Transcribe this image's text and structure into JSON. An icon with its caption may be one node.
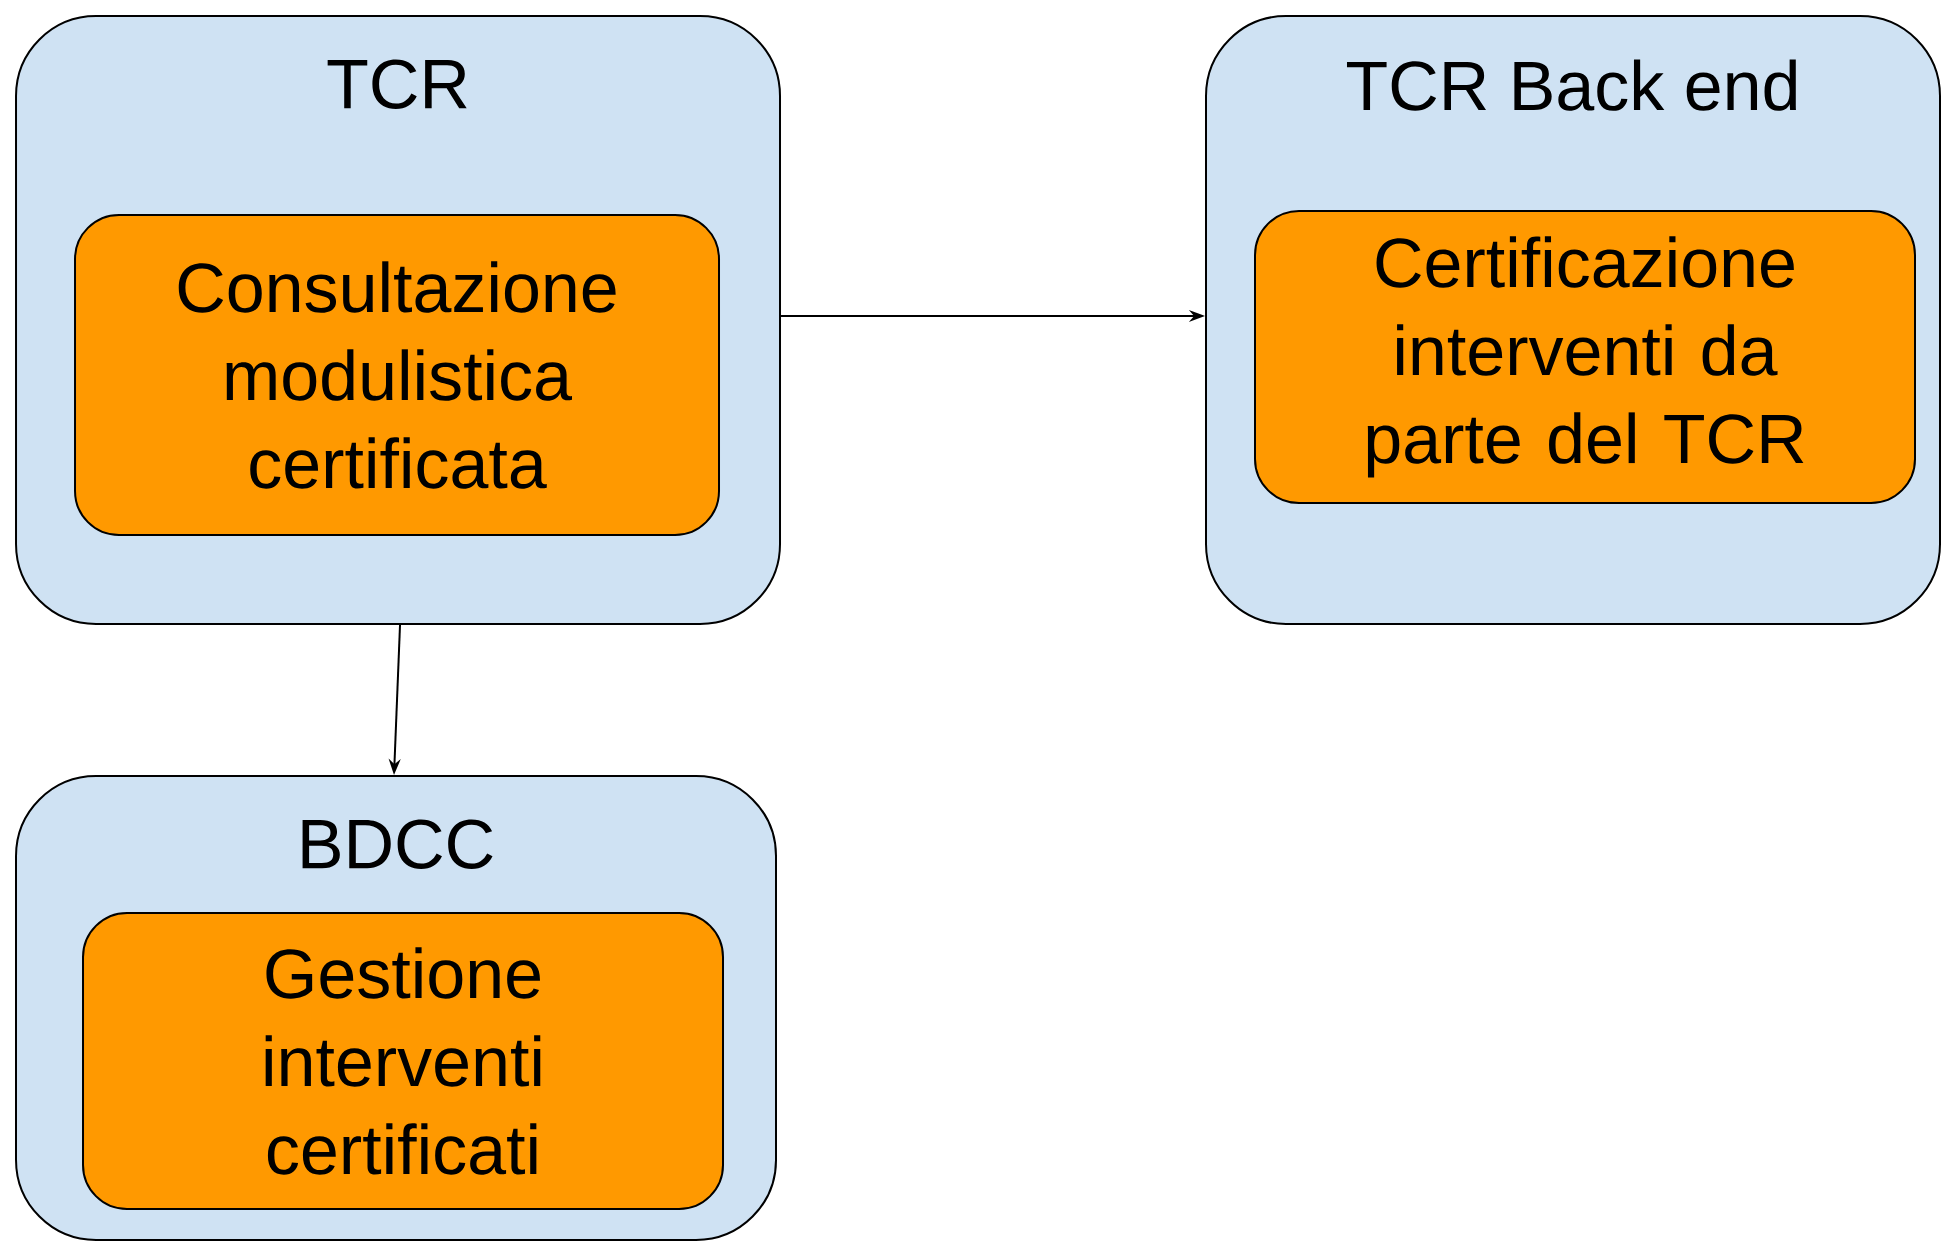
{
  "diagram": {
    "nodes": [
      {
        "text": [
          "TCR"
        ]
      },
      {
        "text": [
          "Consultazione modulistica certificata"
        ],
        "in": 0
      },
      {
        "text": [
          "TCR Back end"
        ]
      },
      {
        "text": [
          "Certificazione interventi da parte del TCR"
        ],
        "in": 2
      },
      {
        "text": [
          "BDCC"
        ]
      },
      {
        "text": [
          "Gestione interventi certificati"
        ],
        "in": 4
      }
    ],
    "edges": [
      {
        "from": 0,
        "to": 2,
        "arrow": "to"
      },
      {
        "from": 0,
        "to": 4,
        "arrow": "to"
      }
    ]
  }
}
